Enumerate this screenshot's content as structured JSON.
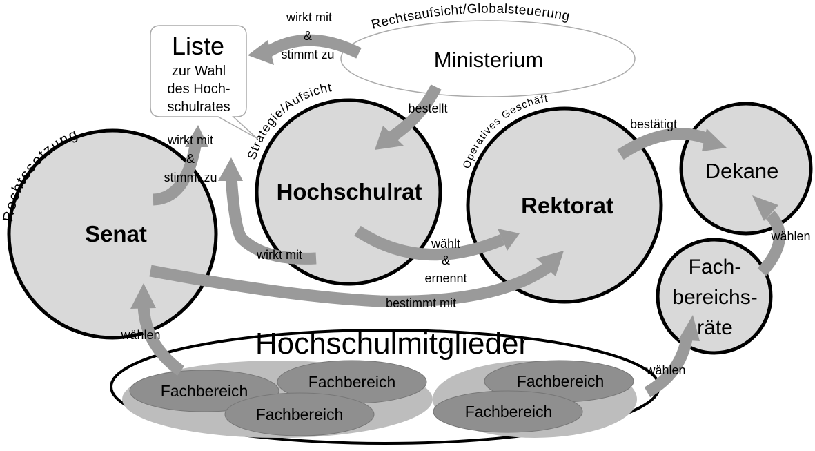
{
  "colors": {
    "circle_fill": "#d9d9d9",
    "circle_stroke": "#000000",
    "arrow": "#9a9a9a",
    "group_light": "#bdbdbd",
    "group_dark": "#8f8f8f"
  },
  "nodes": {
    "ministerium": "Ministerium",
    "hochschulrat": "Hochschulrat",
    "rektorat": "Rektorat",
    "senat": "Senat",
    "dekane": "Dekane",
    "fachbereichsraete": [
      "Fach-",
      "bereichs-",
      "räte"
    ],
    "hochschulmitglieder": "Hochschulmitglieder"
  },
  "liste": {
    "title": "Liste",
    "lines": [
      "zur Wahl",
      "des Hoch-",
      "schulrates"
    ]
  },
  "arc_labels": {
    "ministerium": "Rechtsaufsicht/Globalsteuerung",
    "hochschulrat": "Strategie/Aufsicht",
    "rektorat": "Operatives Geschäft",
    "senat": "Rechtssetzung"
  },
  "fachbereiche": [
    "Fachbereich",
    "Fachbereich",
    "Fachbereich",
    "Fachbereich",
    "Fachbereich"
  ],
  "edge_labels": {
    "ministerium_liste": [
      "wirkt mit",
      "&",
      "stimmt zu"
    ],
    "senat_liste": [
      "wirkt mit",
      "&",
      "stimmt zu"
    ],
    "ministerium_hochschulrat": "bestellt",
    "hochschulrat_liste": "wirkt mit",
    "rektorat_dekane": "bestätigt",
    "hochschulrat_rektorat": [
      "wählt",
      "&",
      "ernennt"
    ],
    "senat_rektorat": "bestimmt mit",
    "mitglieder_senat": "wählen",
    "mitglieder_fachbereichsraete": "wählen",
    "fachbereichsraete_dekane": "wählen"
  }
}
